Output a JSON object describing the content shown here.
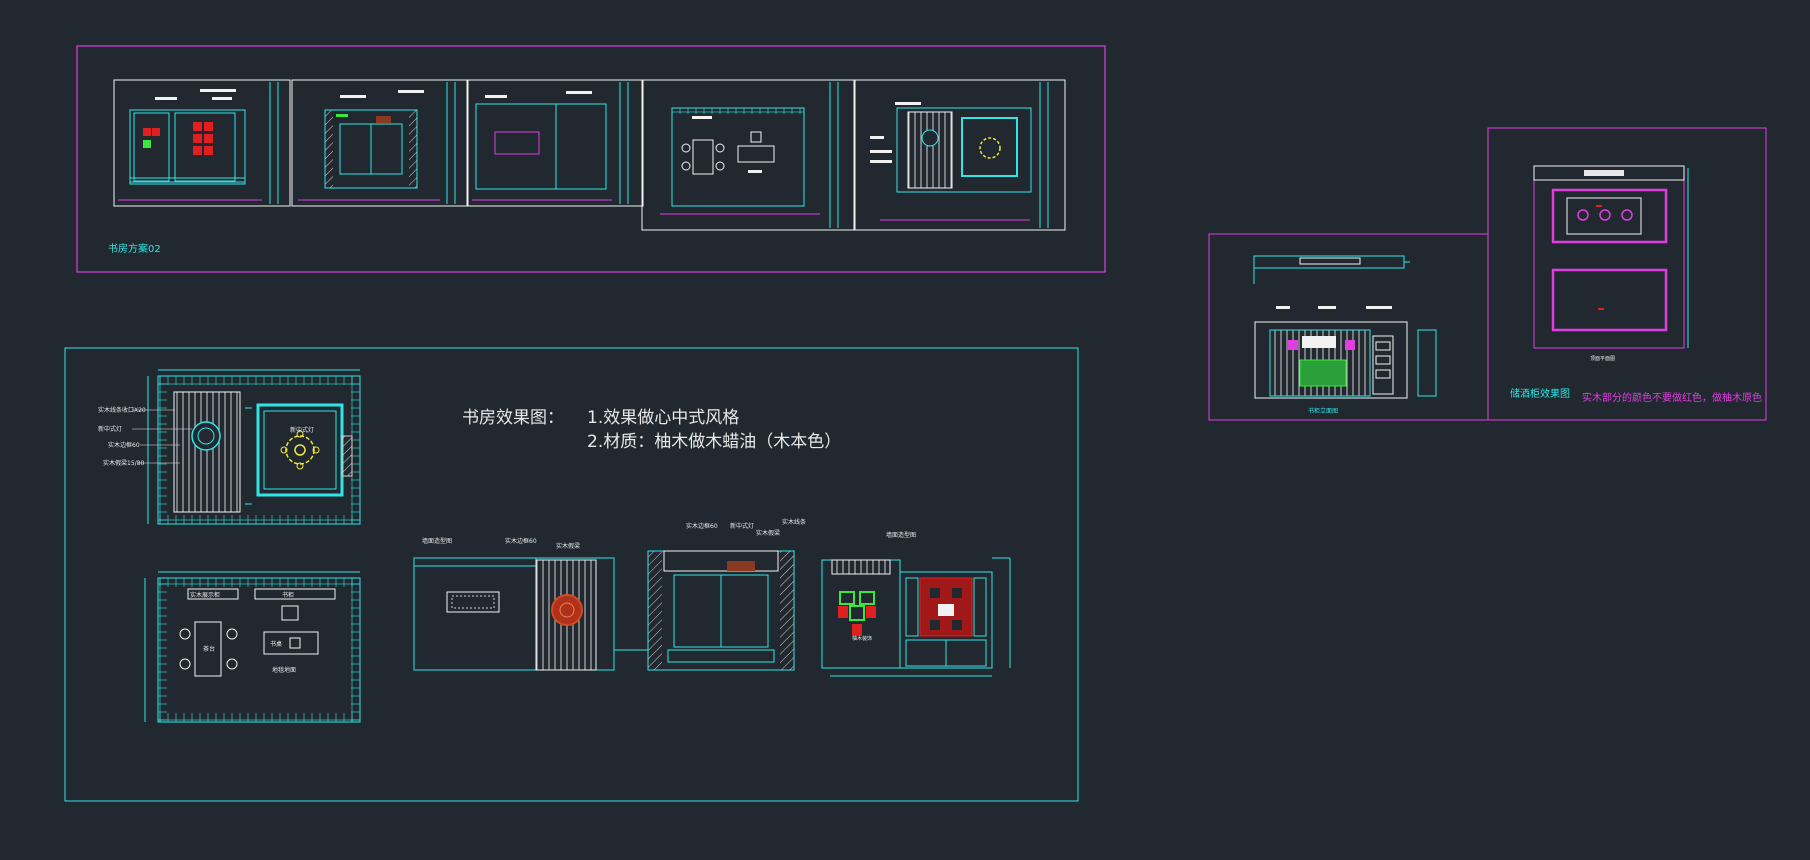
{
  "top_frame": {
    "caption": "书房方案02"
  },
  "main_frame": {
    "title": "书房效果图：",
    "note_1": "1.效果做心中式风格",
    "note_2": "2.材质：柚木做木蜡油（木本色）"
  },
  "ceiling_plan": {
    "labels": [
      "实木线条收口X20",
      "新中式灯",
      "实木边框60",
      "实木假梁15/80"
    ],
    "lamp_label": "新中式灯"
  },
  "floor_plan": {
    "wall_labels": [
      "实木展示柜",
      "书柜"
    ],
    "table_label": "茶台",
    "desk_label": "书桌",
    "rug_label": "地毯地面"
  },
  "elevations": {
    "elev_a_label": "墙面造型图",
    "elev_b_labels": [
      "实木边框60",
      "实木假梁"
    ],
    "elev_c_labels": [
      "实木边框60",
      "新中式灯",
      "实木假梁",
      "实木线条"
    ],
    "elev_d_label": "墙面造型图",
    "elev_d_inner_label": "柚木装饰"
  },
  "right_frame": {
    "elevation_caption": "书柜立面图",
    "plan_caption": "顶面平面图",
    "title": "储酒柜效果图",
    "note": "实木部分的颜色不要做红色，做柚木原色"
  },
  "colors": {
    "background": "#212830",
    "cyan": "#2fe6e6",
    "magenta": "#e03ee0",
    "white": "#f2f2f2",
    "red": "#e02020",
    "yellow": "#f0e63c",
    "green": "#3ce63c"
  }
}
